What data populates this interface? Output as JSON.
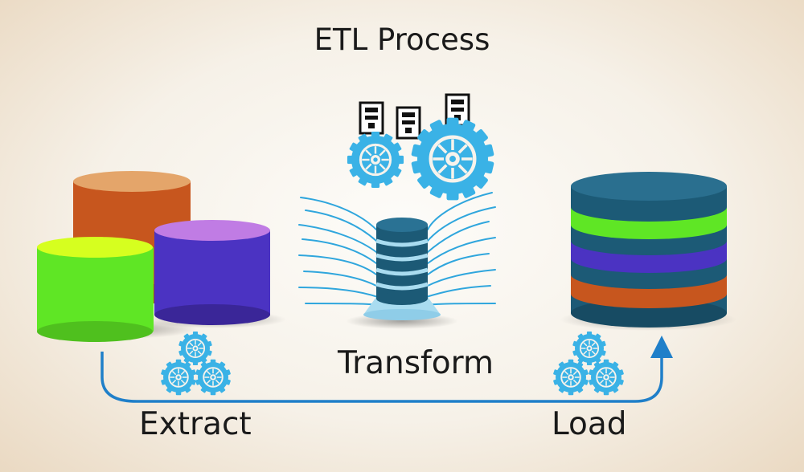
{
  "title": "ETL Process",
  "stages": {
    "extract": "Extract",
    "transform": "Transform",
    "load": "Load"
  },
  "colors": {
    "flow_arrow": "#1f7fc9",
    "gear": "#3ab2e6",
    "db_dark": "#1c5a76",
    "db_light": "#a9dcf0",
    "orange": "#c7561e",
    "green": "#5fe625",
    "purple": "#4b33c2"
  },
  "icons": {
    "gears": "gear-icon",
    "databases": "database-icon",
    "servers": "server-icon"
  }
}
